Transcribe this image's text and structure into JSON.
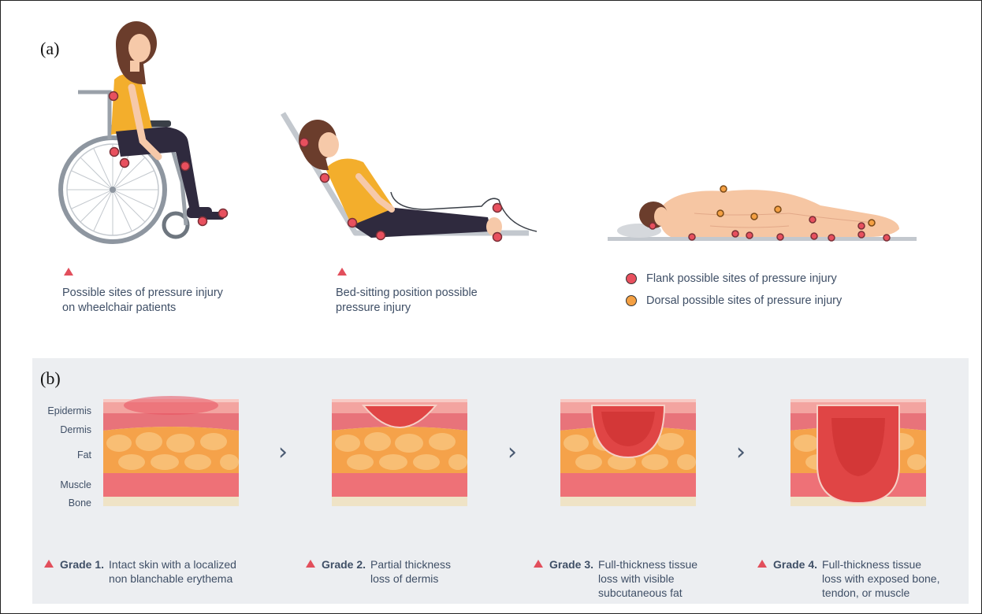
{
  "panel_a": {
    "label": "(a)",
    "wheelchair_caption": [
      "Possible sites of pressure injury",
      "on wheelchair patients"
    ],
    "bed_caption": [
      "Bed-sitting position possible",
      "pressure injury"
    ],
    "legend": [
      {
        "label": "Flank possible sites of pressure injury",
        "color": "#e8505e"
      },
      {
        "label": "Dorsal possible sites of pressure injury",
        "color": "#f4a043"
      }
    ]
  },
  "panel_b": {
    "label": "(b)",
    "layers": [
      "Epidermis",
      "Dermis",
      "Fat",
      "Muscle",
      "Bone"
    ],
    "chevron": "›",
    "grades": [
      {
        "title": "Grade 1.",
        "lines": [
          "Intact skin with a localized",
          "non blanchable erythema"
        ]
      },
      {
        "title": "Grade 2.",
        "lines": [
          "Partial thickness",
          "loss of dermis"
        ]
      },
      {
        "title": "Grade 3.",
        "lines": [
          "Full-thickness tissue",
          "loss with visible",
          "subcutaneous fat"
        ]
      },
      {
        "title": "Grade 4.",
        "lines": [
          "Full-thickness tissue",
          "loss with exposed bone,",
          "tendon, or muscle"
        ]
      }
    ]
  },
  "colors": {
    "red_marker": "#e8505e",
    "orange_marker": "#f4a043",
    "text": "#3f4f66",
    "panel_bg": "#eceef1"
  }
}
